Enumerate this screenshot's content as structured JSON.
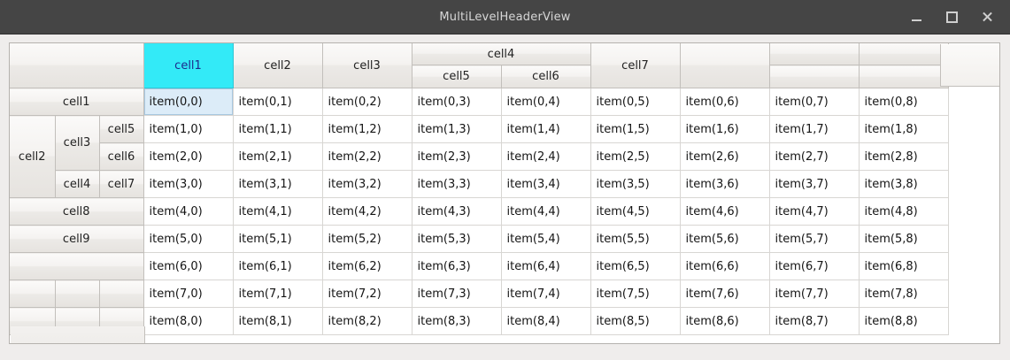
{
  "window": {
    "title": "MultiLevelHeaderView",
    "controls": [
      {
        "name": "minimize-button",
        "label": "–"
      },
      {
        "name": "maximize-button",
        "label": "□"
      },
      {
        "name": "close-button",
        "label": "✕"
      }
    ]
  },
  "colors": {
    "titlebar_bg": "#454545",
    "titlebar_text": "#d6d6d6",
    "header_bg": "#f1efec",
    "header_selected_bg": "#33eaf7",
    "header_selected_text": "#1d2a8c",
    "cell_selected_bg": "#dcecf8",
    "grid_line": "#c2bfbb",
    "cell_line": "#d8d6d3",
    "app_bg": "#efedeb",
    "cell_bg": "#ffffff"
  },
  "table": {
    "column_header": {
      "rows": 2,
      "corner_label": "",
      "top_row": [
        {
          "label": "cell1",
          "colspan": 1,
          "rowspan": 2,
          "selected": true
        },
        {
          "label": "cell2",
          "colspan": 1,
          "rowspan": 2,
          "selected": false
        },
        {
          "label": "cell3",
          "colspan": 1,
          "rowspan": 2,
          "selected": false
        },
        {
          "label": "cell4",
          "colspan": 2,
          "rowspan": 1,
          "selected": false
        },
        {
          "label": "cell7",
          "colspan": 1,
          "rowspan": 2,
          "selected": false
        },
        {
          "label": "",
          "colspan": 1,
          "rowspan": 2,
          "selected": false
        },
        {
          "label": "",
          "colspan": 1,
          "rowspan": 1,
          "selected": false
        },
        {
          "label": "",
          "colspan": 1,
          "rowspan": 1,
          "selected": false
        }
      ],
      "second_row": [
        {
          "label": "cell5",
          "colspan": 1
        },
        {
          "label": "cell6",
          "colspan": 1
        },
        {
          "label": "",
          "colspan": 1
        },
        {
          "label": "",
          "colspan": 1
        }
      ]
    },
    "row_header": {
      "levels": 3,
      "rows": [
        {
          "cells": [
            {
              "label": "cell1",
              "colspan": 3,
              "rowspan": 1
            }
          ]
        },
        {
          "cells": [
            {
              "label": "cell2",
              "colspan": 1,
              "rowspan": 3
            },
            {
              "label": "cell3",
              "colspan": 1,
              "rowspan": 2
            },
            {
              "label": "cell5",
              "colspan": 1,
              "rowspan": 1
            }
          ]
        },
        {
          "cells": [
            {
              "label": "cell6",
              "colspan": 1,
              "rowspan": 1
            }
          ]
        },
        {
          "cells": [
            {
              "label": "cell4",
              "colspan": 1,
              "rowspan": 1
            },
            {
              "label": "cell7",
              "colspan": 1,
              "rowspan": 1
            }
          ]
        },
        {
          "cells": [
            {
              "label": "cell8",
              "colspan": 3,
              "rowspan": 1
            }
          ]
        },
        {
          "cells": [
            {
              "label": "cell9",
              "colspan": 3,
              "rowspan": 1
            }
          ]
        },
        {
          "cells": [
            {
              "label": "",
              "colspan": 3,
              "rowspan": 1
            }
          ]
        },
        {
          "cells": [
            {
              "label": "",
              "colspan": 1,
              "rowspan": 1
            },
            {
              "label": "",
              "colspan": 1,
              "rowspan": 1
            },
            {
              "label": "",
              "colspan": 1,
              "rowspan": 1
            }
          ]
        },
        {
          "cells": [
            {
              "label": "",
              "colspan": 1,
              "rowspan": 1
            },
            {
              "label": "",
              "colspan": 1,
              "rowspan": 1
            },
            {
              "label": "",
              "colspan": 1,
              "rowspan": 1
            }
          ]
        }
      ]
    },
    "body": {
      "selected_cell": "item(0,0)",
      "rows": [
        [
          "item(0,0)",
          "item(0,1)",
          "item(0,2)",
          "item(0,3)",
          "item(0,4)",
          "item(0,5)",
          "item(0,6)",
          "item(0,7)",
          "item(0,8)"
        ],
        [
          "item(1,0)",
          "item(1,1)",
          "item(1,2)",
          "item(1,3)",
          "item(1,4)",
          "item(1,5)",
          "item(1,6)",
          "item(1,7)",
          "item(1,8)"
        ],
        [
          "item(2,0)",
          "item(2,1)",
          "item(2,2)",
          "item(2,3)",
          "item(2,4)",
          "item(2,5)",
          "item(2,6)",
          "item(2,7)",
          "item(2,8)"
        ],
        [
          "item(3,0)",
          "item(3,1)",
          "item(3,2)",
          "item(3,3)",
          "item(3,4)",
          "item(3,5)",
          "item(3,6)",
          "item(3,7)",
          "item(3,8)"
        ],
        [
          "item(4,0)",
          "item(4,1)",
          "item(4,2)",
          "item(4,3)",
          "item(4,4)",
          "item(4,5)",
          "item(4,6)",
          "item(4,7)",
          "item(4,8)"
        ],
        [
          "item(5,0)",
          "item(5,1)",
          "item(5,2)",
          "item(5,3)",
          "item(5,4)",
          "item(5,5)",
          "item(5,6)",
          "item(5,7)",
          "item(5,8)"
        ],
        [
          "item(6,0)",
          "item(6,1)",
          "item(6,2)",
          "item(6,3)",
          "item(6,4)",
          "item(6,5)",
          "item(6,6)",
          "item(6,7)",
          "item(6,8)"
        ],
        [
          "item(7,0)",
          "item(7,1)",
          "item(7,2)",
          "item(7,3)",
          "item(7,4)",
          "item(7,5)",
          "item(7,6)",
          "item(7,7)",
          "item(7,8)"
        ],
        [
          "item(8,0)",
          "item(8,1)",
          "item(8,2)",
          "item(8,3)",
          "item(8,4)",
          "item(8,5)",
          "item(8,6)",
          "item(8,7)",
          "item(8,8)"
        ]
      ]
    }
  }
}
